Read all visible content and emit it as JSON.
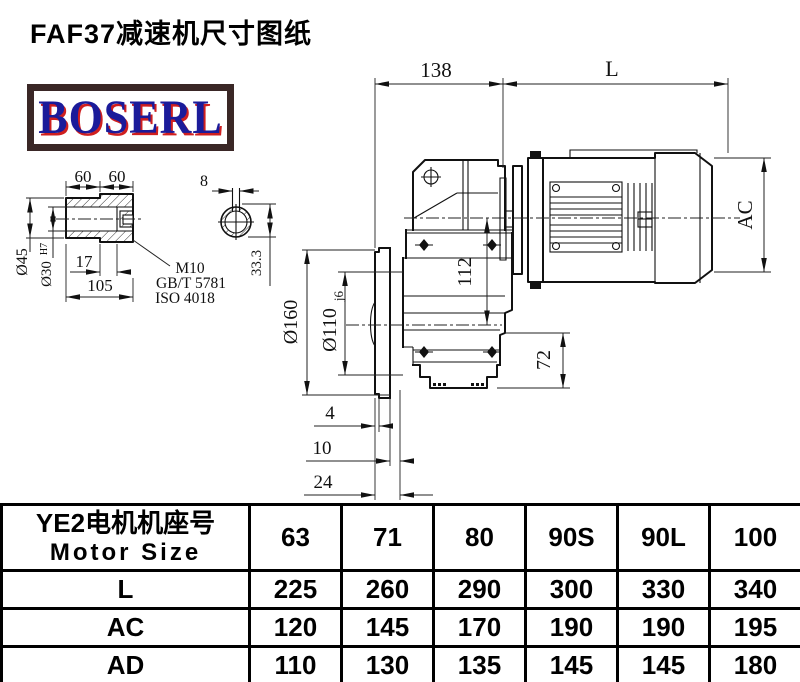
{
  "page": {
    "title": "FAF37减速机尺寸图纸",
    "logo": "BOSERL"
  },
  "drawing": {
    "dims": {
      "d138": "138",
      "L": "L",
      "AC": "AC",
      "d112": "112",
      "d72": "72",
      "d160": "Ø160",
      "d110": "Ø110",
      "d110_tol": "j6",
      "d4": "4",
      "d10": "10",
      "d24": "24",
      "d60a": "60",
      "d60b": "60",
      "d8": "8",
      "d17": "17",
      "d105": "105",
      "d45": "Ø45",
      "d30": "Ø30",
      "d30_tol": "H7",
      "d333": "33.3",
      "thread": "M10",
      "std_gb": "GB/T 5781",
      "std_iso": "ISO 4018"
    }
  },
  "table": {
    "header_cn": "YE2电机机座号",
    "header_en": "Motor Size",
    "sizes": [
      "63",
      "71",
      "80",
      "90S",
      "90L",
      "100"
    ],
    "rows": [
      {
        "label": "L",
        "values": [
          "225",
          "260",
          "290",
          "300",
          "330",
          "340"
        ]
      },
      {
        "label": "AC",
        "values": [
          "120",
          "145",
          "170",
          "190",
          "190",
          "195"
        ]
      },
      {
        "label": "AD",
        "values": [
          "110",
          "130",
          "135",
          "145",
          "145",
          "180"
        ]
      }
    ]
  },
  "colors": {
    "line": "#111111",
    "logo_text": "#1b1b9a",
    "logo_shadow": "#cf1f1f",
    "logo_border": "#3a2726"
  }
}
